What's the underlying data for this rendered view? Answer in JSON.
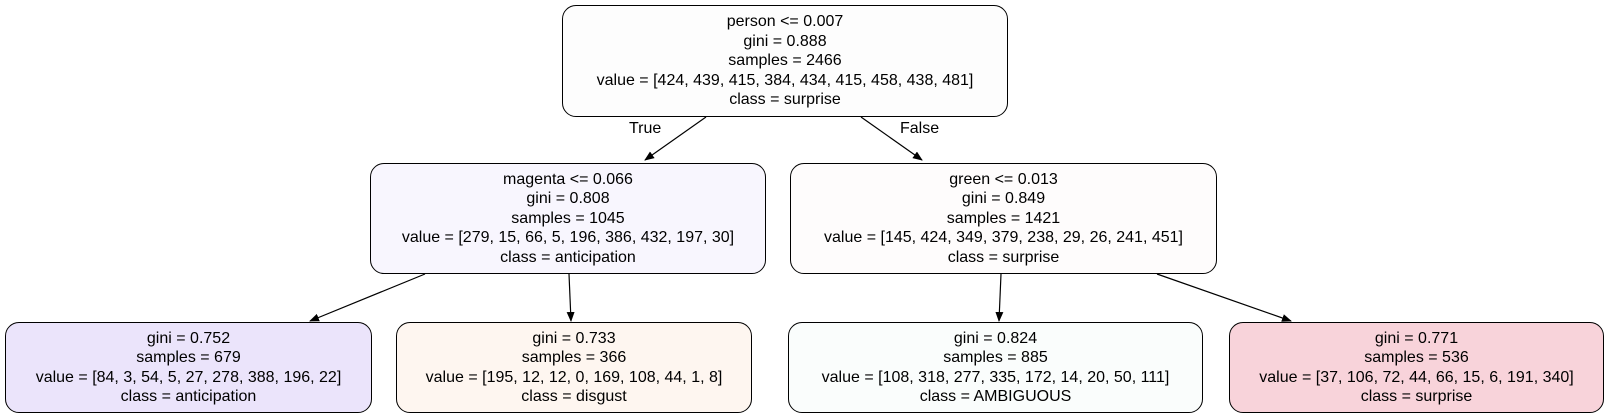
{
  "tree": {
    "root": {
      "lines": [
        "person <= 0.007",
        "gini = 0.888",
        "samples = 2466",
        "value = [424, 439, 415, 384, 434, 415, 458, 438, 481]",
        "class = surprise"
      ],
      "fill": "#fdfdfd"
    },
    "left": {
      "lines": [
        "magenta <= 0.066",
        "gini = 0.808",
        "samples = 1045",
        "value = [279, 15, 66, 5, 196, 386, 432, 197, 30]",
        "class = anticipation"
      ],
      "fill": "#f8f6fe"
    },
    "right": {
      "lines": [
        "green <= 0.013",
        "gini = 0.849",
        "samples = 1421",
        "value = [145, 424, 349, 379, 238, 29, 26, 241, 451]",
        "class = surprise"
      ],
      "fill": "#fefcfc"
    },
    "ll": {
      "lines": [
        "gini = 0.752",
        "samples = 679",
        "value = [84, 3, 54, 5, 27, 278, 388, 196, 22]",
        "class = anticipation"
      ],
      "fill": "#ebe4fb"
    },
    "lr": {
      "lines": [
        "gini = 0.733",
        "samples = 366",
        "value = [195, 12, 12, 0, 169, 108, 44, 1, 8]",
        "class = disgust"
      ],
      "fill": "#fef6f0"
    },
    "rl": {
      "lines": [
        "gini = 0.824",
        "samples = 885",
        "value = [108, 318, 277, 335, 172, 14, 20, 50, 111]",
        "class = AMBIGUOUS"
      ],
      "fill": "#fafdfc"
    },
    "rr": {
      "lines": [
        "gini = 0.771",
        "samples = 536",
        "value = [37, 106, 72, 44, 66, 15, 6, 191, 340]",
        "class = surprise"
      ],
      "fill": "#f8d3da"
    }
  },
  "edge_labels": {
    "true": "True",
    "false": "False"
  }
}
